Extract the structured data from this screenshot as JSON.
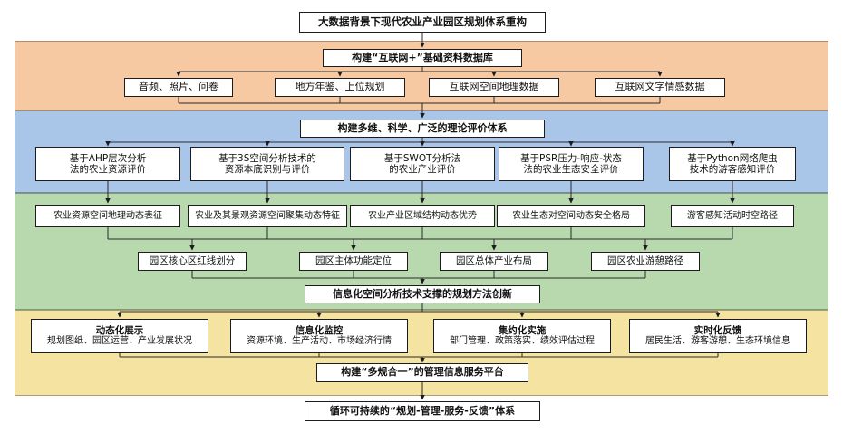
{
  "title": "大数据背景下现代农业产业园区规划体系重构",
  "data_layer": {
    "header": "构建“互联网+”基础资料数据库",
    "items": [
      {
        "label": "音频、照片、问卷"
      },
      {
        "label": "地方年鉴、上位规划"
      },
      {
        "label": "互联网空间地理数据"
      },
      {
        "label": "互联网文字情感数据"
      }
    ]
  },
  "evaluation_layer": {
    "header": "构建多维、科学、广泛的理论评价体系",
    "items": [
      {
        "line1": "基于AHP层次分析",
        "line2": "法的农业资源评价"
      },
      {
        "line1": "基于3S空间分析技术的",
        "line2": "资源本底识别与评价"
      },
      {
        "line1": "基于SWOT分析法",
        "line2": "的农业产业评价"
      },
      {
        "line1": "基于PSR压力-响应-状态",
        "line2": "法的农业生态安全评价"
      },
      {
        "line1": "基于Python网络爬虫",
        "line2": "技术的游客感知评价"
      }
    ]
  },
  "analysis_layer": {
    "results": [
      {
        "label": "农业资源空间地理动态表征"
      },
      {
        "label": "农业及其景观资源空间聚集动态特征"
      },
      {
        "label": "农业产业区域结构动态优势"
      },
      {
        "label": "农业生态对空间动态安全格局"
      },
      {
        "label": "游客感知活动时空路径"
      }
    ],
    "planning": [
      {
        "label": "园区核心区红线划分"
      },
      {
        "label": "园区主体功能定位"
      },
      {
        "label": "园区总体产业布局"
      },
      {
        "label": "园区农业游憩路径"
      }
    ],
    "header": "信息化空间分析技术支撑的规划方法创新"
  },
  "management_layer": {
    "items": [
      {
        "title": "动态化展示",
        "detail": "规划图纸、园区运营、产业发展状况"
      },
      {
        "title": "信息化监控",
        "detail": "资源环境、生产活动、市场经济行情"
      },
      {
        "title": "集约化实施",
        "detail": "部门管理、政策落实、绩效评估过程"
      },
      {
        "title": "实时化反馈",
        "detail": "居民生活、游客游憩、生态环境信息"
      }
    ],
    "header": "构建“多规合一”的管理信息服务平台"
  },
  "footer": "循环可持续的“规划-管理-服务-反馈”体系",
  "colors": {
    "data_band": "#f6c9a2",
    "evaluation_band": "#a9c5e8",
    "analysis_band": "#b8d9ae",
    "management_band": "#f5e3a2",
    "box_background": "#ffffff",
    "box_border": "#1c1c1c"
  }
}
